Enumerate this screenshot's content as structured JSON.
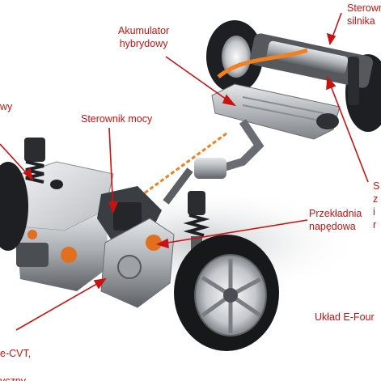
{
  "colors": {
    "label": "#cc1111",
    "callout_line": "#cc1111",
    "background": "#ffffff",
    "hybrid_cable": "#f08020"
  },
  "labels": {
    "akumulator": [
      "Akumulator",
      "hybrydowy"
    ],
    "sterownik_mocy": "Sterownik mocy",
    "sterownik_silnika": [
      "Sterowni",
      "silnika"
    ],
    "przekladnia": [
      "Przekładnia",
      "napędowa"
    ],
    "uklad": "Układ E-Four",
    "left_top_fragment": "wy",
    "left_bottom_fragment": [
      "e-CVT,",
      "yczny"
    ],
    "right_mid_fragment": [
      "S",
      "z",
      "i",
      "r"
    ]
  },
  "icons": {
    "car": "car-chassis-illustration"
  }
}
